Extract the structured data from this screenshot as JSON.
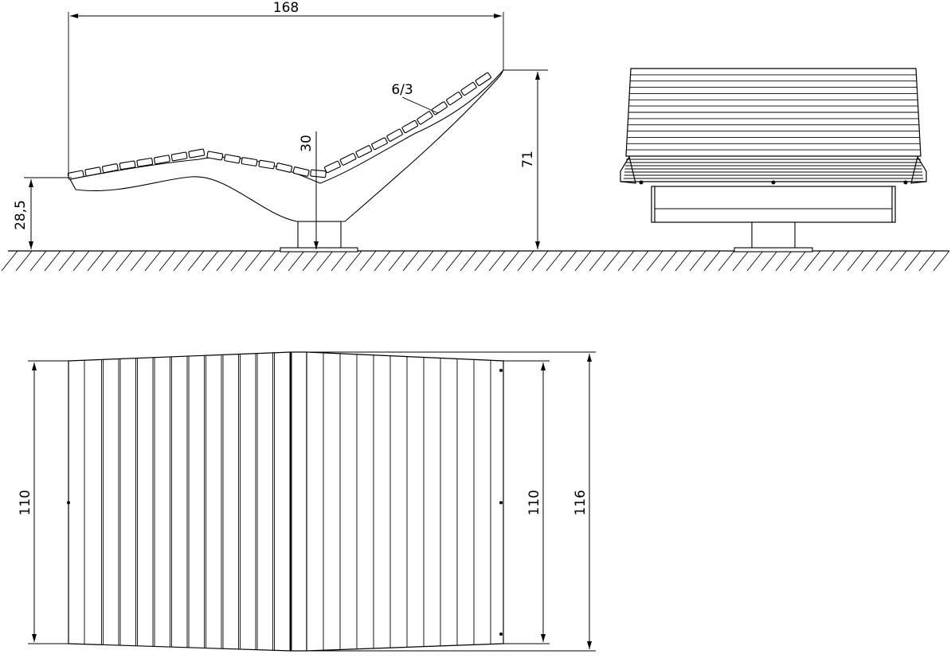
{
  "dimensions": {
    "length": "168",
    "slat": "6/3",
    "seat_depth": "30",
    "total_height": "71",
    "foot_height": "28,5",
    "width_left": "110",
    "width_right": "110",
    "width_total": "116"
  }
}
